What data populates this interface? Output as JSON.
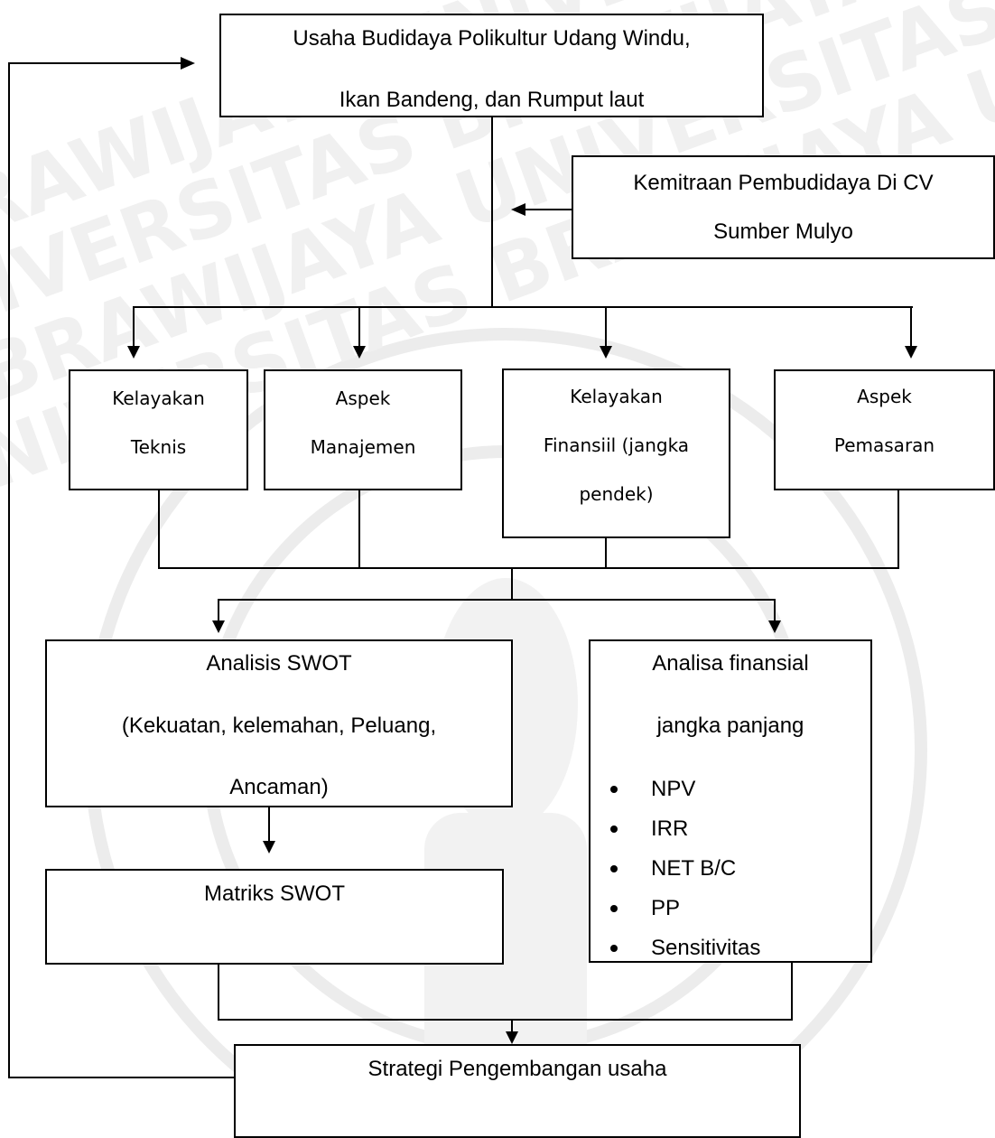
{
  "watermark": {
    "text": "BRAWIJAYA UNIVERSITAS BRAWIJAYA",
    "color": "#e9e9e9"
  },
  "boxes": {
    "usaha": {
      "line1": "Usaha Budidaya Polikultur Udang Windu,",
      "line2": "Ikan Bandeng, dan Rumput laut"
    },
    "kemitraan": {
      "line1": "Kemitraan Pembudidaya Di CV",
      "line2": "Sumber Mulyo"
    },
    "teknis": {
      "line1": "Kelayakan",
      "line2": "Teknis"
    },
    "manajemen": {
      "line1": "Aspek",
      "line2": "Manajemen"
    },
    "finansiil": {
      "line1": "Kelayakan",
      "line2": "Finansiil (jangka",
      "line3": "pendek)"
    },
    "pemasaran": {
      "line1": "Aspek",
      "line2": "Pemasaran"
    },
    "swot": {
      "line1": "Analisis SWOT",
      "line2": "(Kekuatan, kelemahan, Peluang,",
      "line3": "Ancaman)"
    },
    "analisa": {
      "line1": "Analisa finansial",
      "line2": "jangka panjang",
      "items": [
        "NPV",
        " IRR",
        " NET B/C",
        "PP",
        "Sensitivitas"
      ]
    },
    "matriks": {
      "line1": "Matriks SWOT"
    },
    "strategi": {
      "line1": "Strategi Pengembangan usaha"
    }
  }
}
